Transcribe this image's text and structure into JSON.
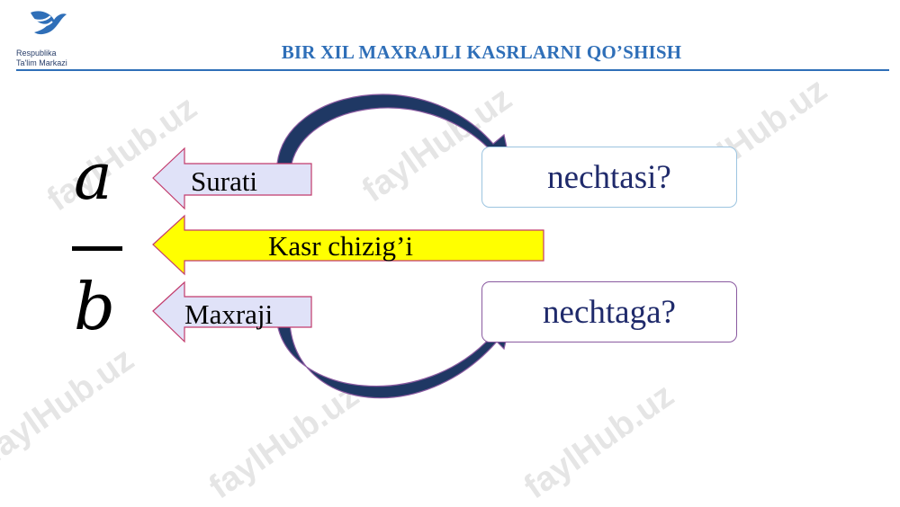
{
  "logo": {
    "line1": "Respublika",
    "line2": "Ta'lim Markazi"
  },
  "title": "BIR XIL MAXRAJLI KASRLARNI QO’SHISH",
  "fraction": {
    "numerator": "a",
    "denominator": "b"
  },
  "arrows": {
    "top": "Surati",
    "middle": "Kasr chizig’i",
    "bottom": "Maxraji"
  },
  "boxes": {
    "top": "nechtasi?",
    "bottom": "nechtaga?"
  },
  "watermark": "faylHub.uz",
  "colors": {
    "title": "#2f6fb8",
    "arrow_fill": "#e0e2f8",
    "yellow": "#ffff00",
    "curve": "#1f3864"
  }
}
